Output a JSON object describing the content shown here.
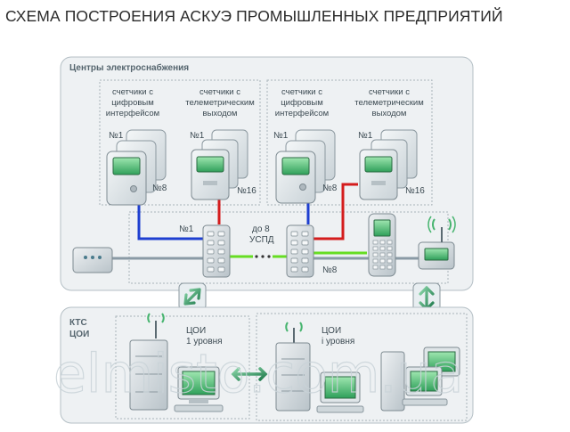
{
  "title": "СХЕМА ПОСТРОЕНИЯ АСКУЭ ПРОМЫШЛЕННЫХ ПРЕДПРИЯТИЙ",
  "top_section": {
    "label": "Центры электроснабжения",
    "groups": [
      {
        "caption": [
          "счетчики с",
          "цифровым",
          "интерфейсом"
        ],
        "first": "№1",
        "last": "№8"
      },
      {
        "caption": [
          "счетчики с",
          "телеметрическим",
          "выходом"
        ],
        "first": "№1",
        "last": "№16"
      },
      {
        "caption": [
          "счетчики с",
          "цифровым",
          "интерфейсом"
        ],
        "first": "№1",
        "last": "№8"
      },
      {
        "caption": [
          "счетчики с",
          "телеметрическим",
          "выходом"
        ],
        "first": "№1",
        "last": "№16"
      }
    ],
    "uspd_first": "№1",
    "uspd_up_to": [
      "до 8",
      "УСПД"
    ],
    "uspd_last": "№8"
  },
  "bottom_section": {
    "label": [
      "КТС",
      "ЦОИ"
    ],
    "level1": [
      "ЦОИ",
      "1 уровня"
    ],
    "leveli": [
      "ЦОИ",
      "i уровня"
    ]
  },
  "watermark": "elmisto.com.ua",
  "colors": {
    "blue_link": "#1e3fd0",
    "red_link": "#d41c1c",
    "green_link": "#66dd22",
    "gray_link": "#8a9aa5",
    "arrow_green": "#3aa070"
  }
}
